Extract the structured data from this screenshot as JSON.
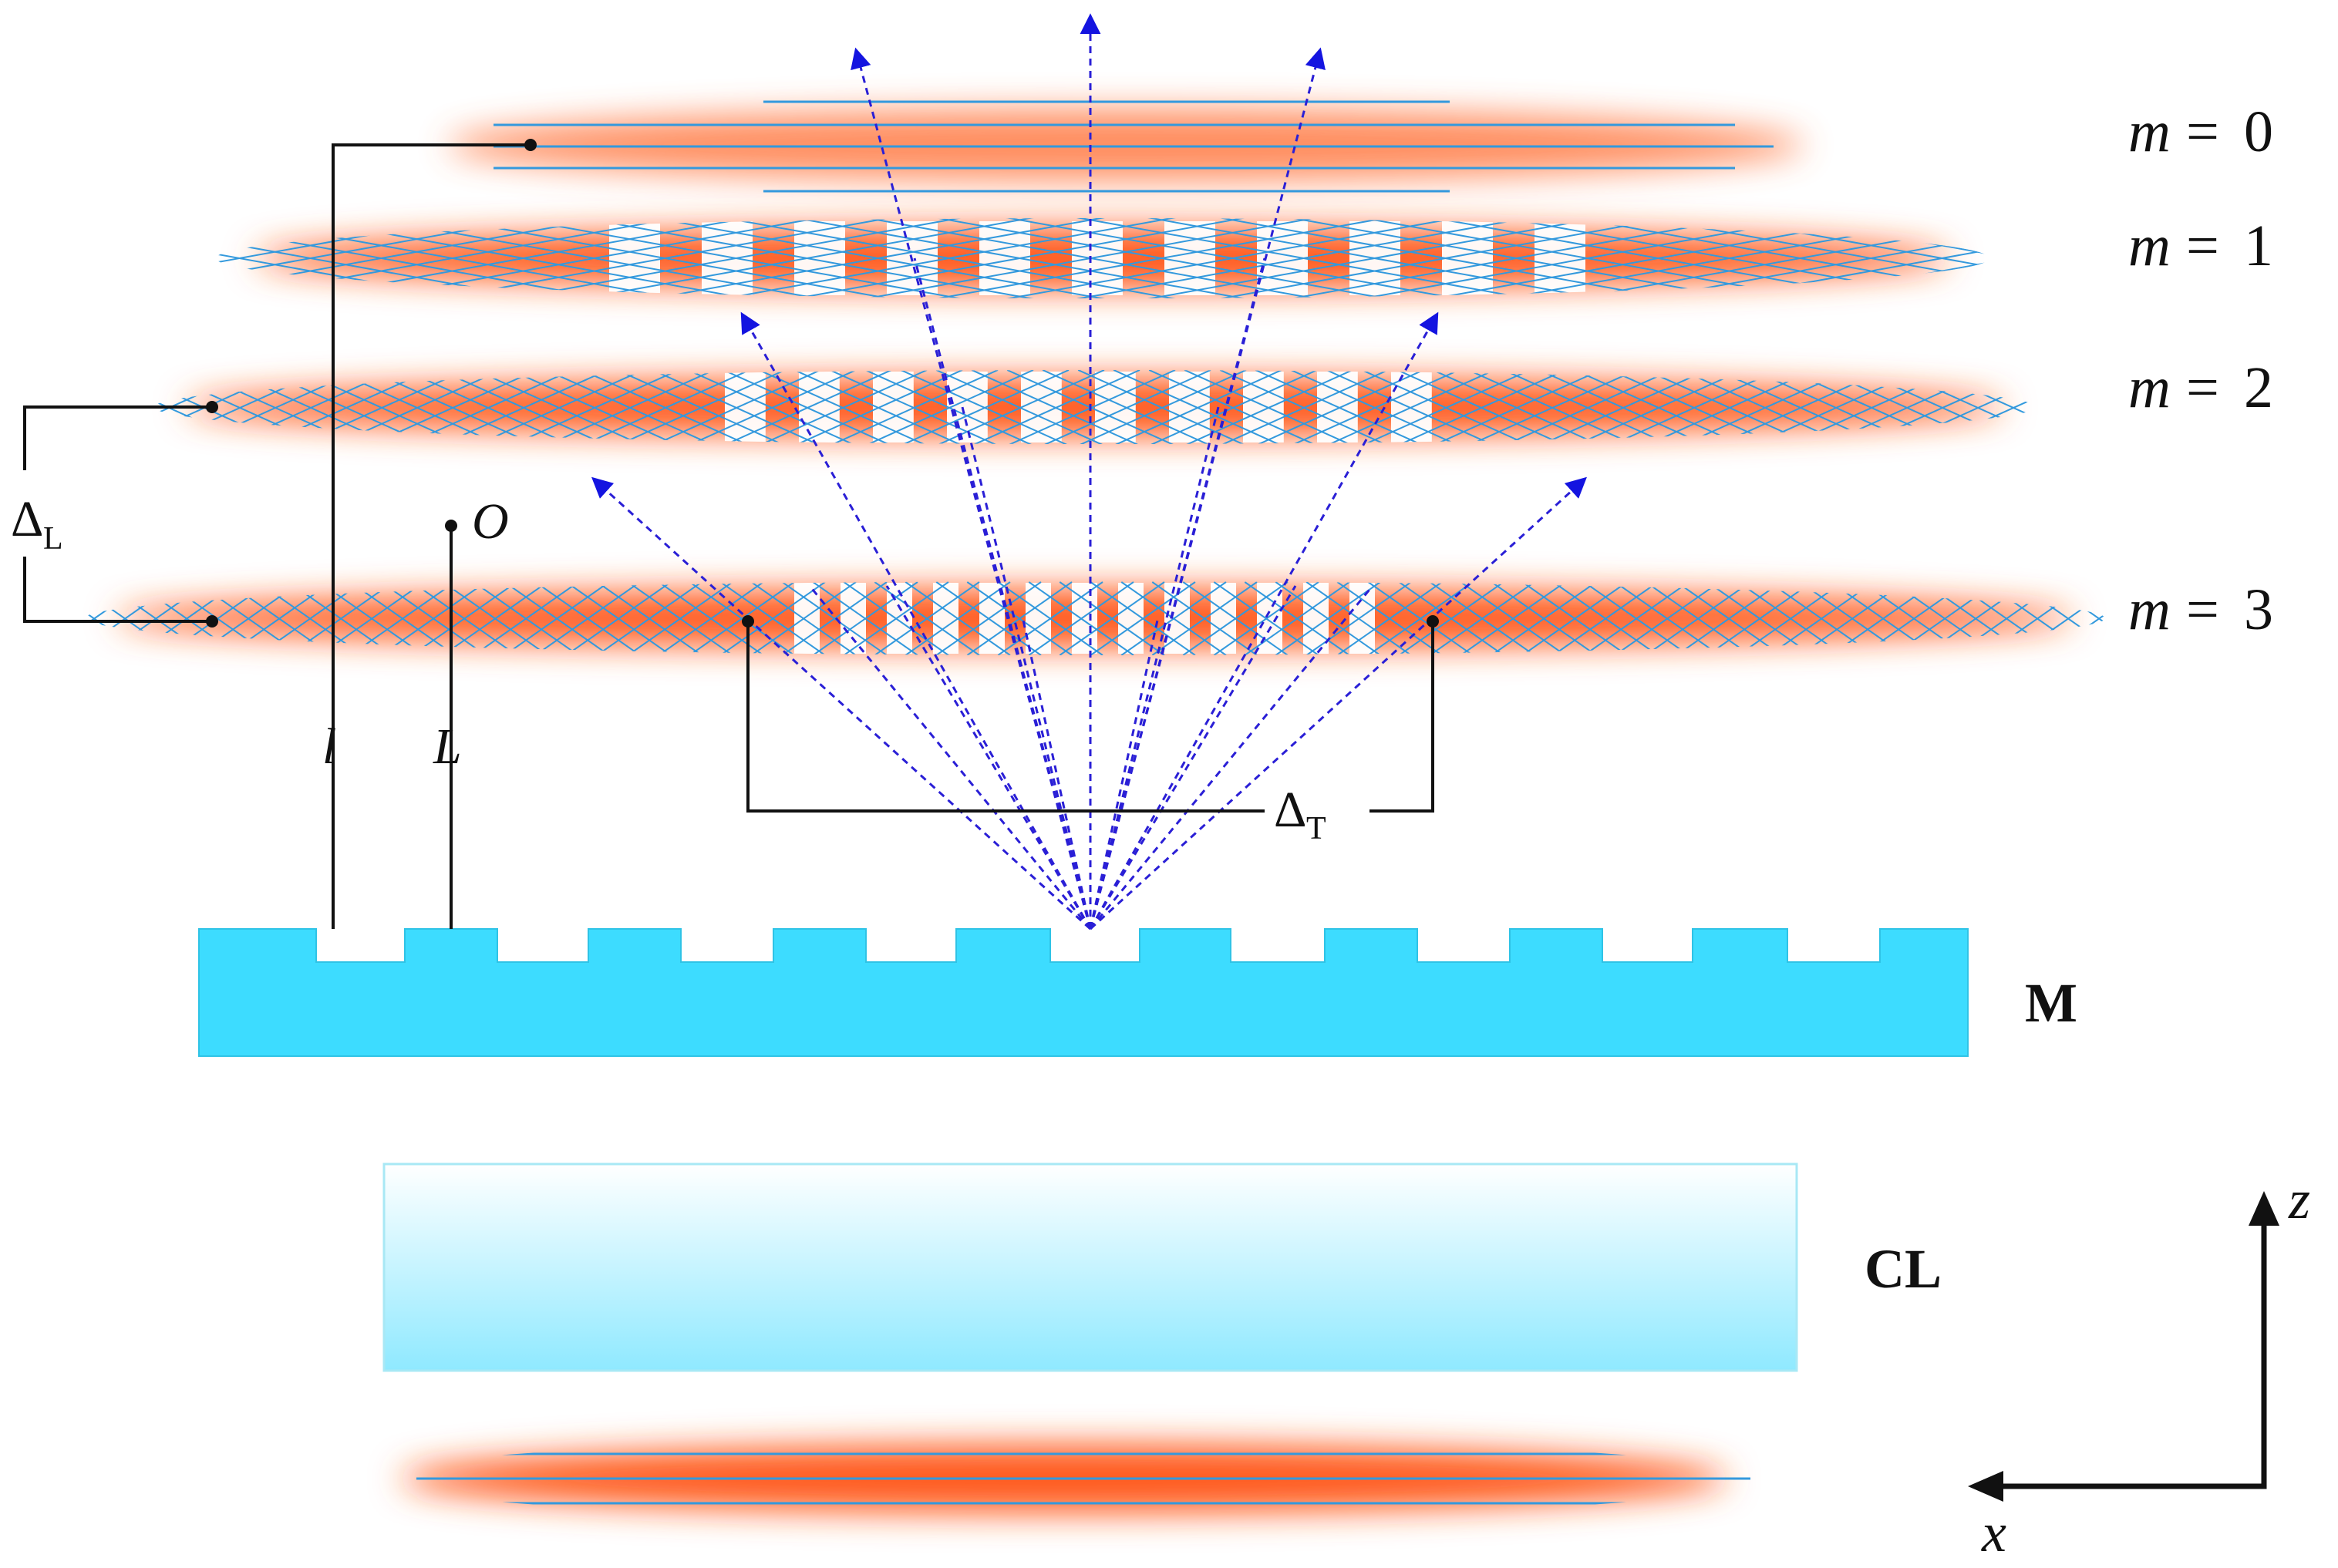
{
  "orders": [
    {
      "var": "m",
      "eq": "=",
      "num": "0"
    },
    {
      "var": "m",
      "eq": "=",
      "num": "1"
    },
    {
      "var": "m",
      "eq": "=",
      "num": "2"
    },
    {
      "var": "m",
      "eq": "=",
      "num": "3"
    }
  ],
  "labels": {
    "delta_longitudinal": {
      "base": "Δ",
      "sub": "L"
    },
    "delta_transverse": {
      "base": "Δ",
      "sub": "T"
    },
    "origin": "O",
    "l": "l",
    "L": "L",
    "mirror": "M",
    "lens": "CL",
    "axis_z": "z",
    "axis_x": "x"
  },
  "colors": {
    "beam": "#ff5a1f",
    "beam_edge": "#ffd9c4",
    "fringe_line": "#3399dd",
    "ray": "#2a1fd6",
    "arrow": "#1414e0",
    "grating": "#3ddcff",
    "lens_top": "#ffffff",
    "lens_bottom": "#8fe9ff"
  }
}
